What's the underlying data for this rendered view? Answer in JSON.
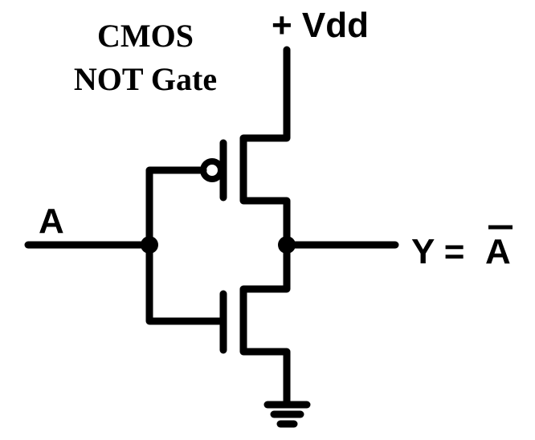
{
  "title": {
    "line1": "CMOS",
    "line2": "NOT Gate"
  },
  "labels": {
    "supply": "+ Vdd",
    "input": "A",
    "output_prefix": "Y = ",
    "output_var": "A",
    "output_var_overbar": true
  },
  "components": {
    "pmos": "pmos-transistor",
    "nmos": "nmos-transistor",
    "ground": "ground-symbol",
    "junctions": [
      "input-junction",
      "output-junction"
    ]
  }
}
